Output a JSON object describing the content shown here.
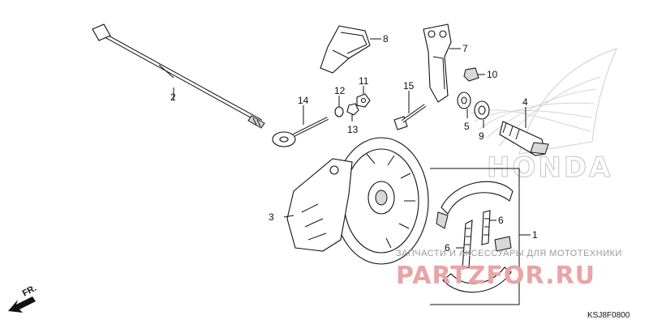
{
  "diagram": {
    "callouts": [
      "1",
      "2",
      "3",
      "4",
      "5",
      "6",
      "6",
      "7",
      "8",
      "9",
      "10",
      "11",
      "12",
      "13",
      "14",
      "15"
    ],
    "diagram_code": "KSJ8F0800",
    "direction_marker": "FR.",
    "brand_watermark": "HONDA",
    "site_watermark": {
      "tagline": "ЗАПЧАСТИ И АКСЕССУАРЫ ДЛЯ МОТОТЕХНИКИ",
      "name": "PARTZFOR.RU"
    }
  },
  "colors": {
    "line_art": "#111111",
    "watermark_red": "#e9a4a4",
    "watermark_gray": "#c4c4c4"
  }
}
